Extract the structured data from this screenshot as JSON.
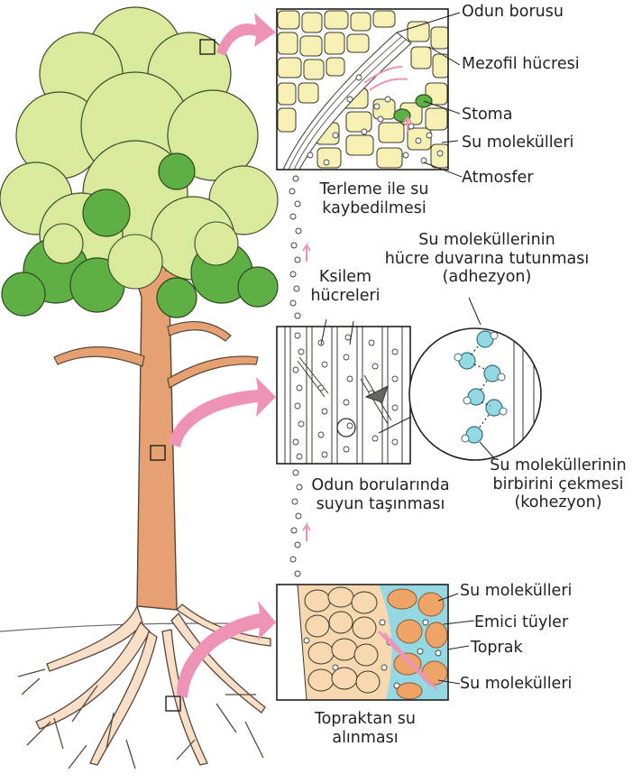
{
  "colors": {
    "light_leaf": "#d9ea9c",
    "dark_leaf": "#5fb044",
    "trunk": "#e6a173",
    "root": "#f8dfc8",
    "arrow": "#ef93b6",
    "water": "#93d8e3",
    "soil": "#efa467",
    "soil_light": "#f8d8b0",
    "cell_fill": "#f7f0b4"
  },
  "labels": {
    "leaf": {
      "odun_borusu": "Odun borusu",
      "mezofil": "Mezofil hücresi",
      "stoma": "Stoma",
      "su_molekulleri": "Su molekülleri",
      "atmosfer": "Atmosfer",
      "caption": "Terleme ile su\nkaybedilmesi"
    },
    "stem": {
      "adhesion": "Su moleküllerinin\nhücre duvarına tutunması\n(adhezyon)",
      "ksilem": "Ksilem\nhücreleri",
      "cohesion": "Su moleküllerinin\nbirbirini çekmesi\n(kohezyon)",
      "caption": "Odun borularında\nsuyun taşınması"
    },
    "root": {
      "su_molekulleri_1": "Su molekülleri",
      "emici_tuyler": "Emici tüyler",
      "toprak": "Toprak",
      "su_molekulleri_2": "Su molekülleri",
      "caption": "Topraktan su\nalınması"
    }
  }
}
